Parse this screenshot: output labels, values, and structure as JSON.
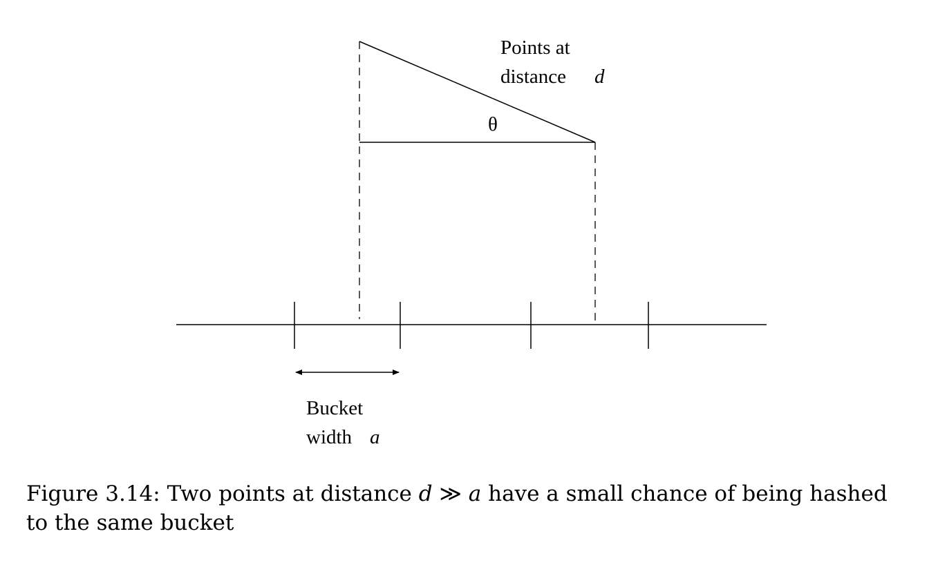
{
  "diagram": {
    "points_label_line1": "Points at",
    "points_label_line2": "distance",
    "distance_symbol": "d",
    "angle_symbol": "θ",
    "bucket_label_line1": "Bucket",
    "bucket_label_line2": "width",
    "width_symbol": "a"
  },
  "caption": {
    "prefix": "Figure 3.14: Two points at distance ",
    "symbol_d": "d",
    "relation": " ≫ ",
    "symbol_a": "a",
    "suffix": " have a small chance of being hashed",
    "line2": "to the same bucket"
  },
  "colors": {
    "ink": "#000000",
    "background": "#ffffff"
  }
}
